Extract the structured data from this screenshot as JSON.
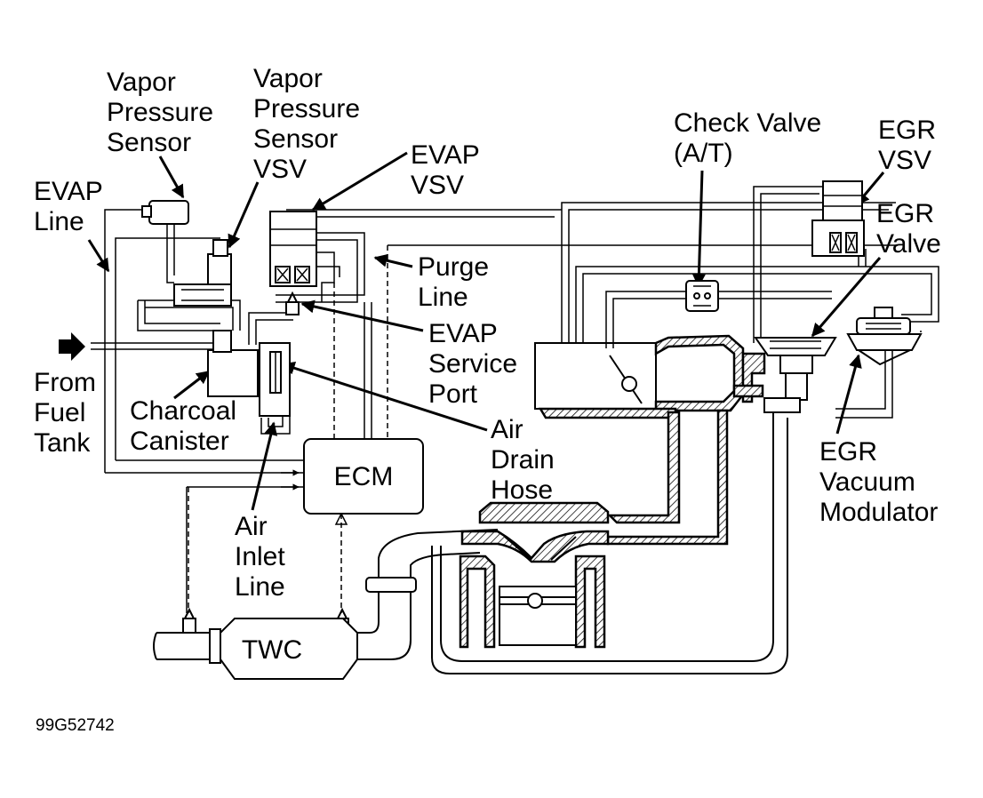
{
  "labels": {
    "vapor_pressure_sensor": [
      "Vapor",
      "Pressure",
      "Sensor"
    ],
    "vapor_pressure_sensor_vsv": [
      "Vapor",
      "Pressure",
      "Sensor",
      "VSV"
    ],
    "evap_line": [
      "EVAP",
      "Line"
    ],
    "evap_vsv": [
      "EVAP",
      "VSV"
    ],
    "purge_line": [
      "Purge",
      "Line"
    ],
    "evap_service_port": [
      "EVAP",
      "Service",
      "Port"
    ],
    "from_fuel_tank": [
      "From",
      "Fuel",
      "Tank"
    ],
    "charcoal_canister": [
      "Charcoal",
      "Canister"
    ],
    "air_drain_hose": [
      "Air",
      "Drain",
      "Hose"
    ],
    "air_inlet_line": [
      "Air",
      "Inlet",
      "Line"
    ],
    "check_valve": [
      "Check Valve",
      "(A/T)"
    ],
    "egr_vsv": [
      "EGR",
      "VSV"
    ],
    "egr_valve": [
      "EGR",
      "Valve"
    ],
    "egr_vacuum_modulator": [
      "EGR",
      "Vacuum",
      "Modulator"
    ],
    "ecm": "ECM",
    "twc": "TWC"
  },
  "figure_code": "99G52742"
}
